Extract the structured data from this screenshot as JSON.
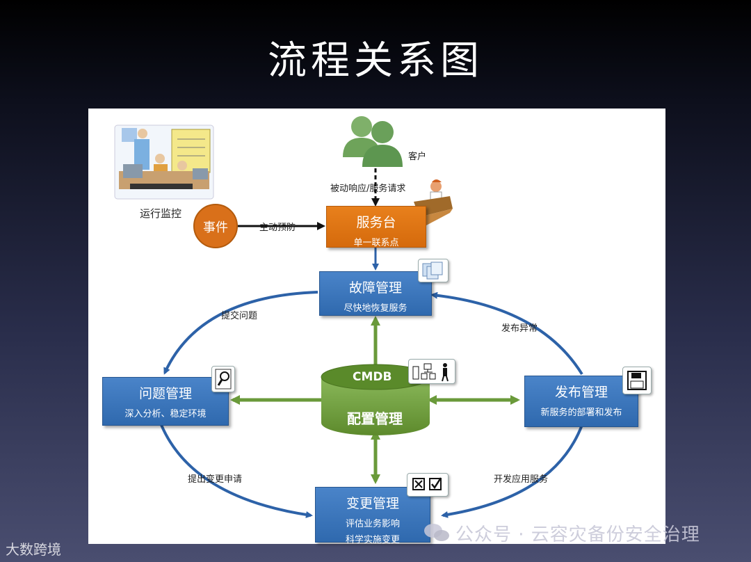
{
  "slide": {
    "title": "流程关系图"
  },
  "customer": {
    "label": "客户"
  },
  "monitoring": {
    "label": "运行监控"
  },
  "event": {
    "label": "事件"
  },
  "service_desk": {
    "title": "服务台",
    "subtitle": "单一联系点"
  },
  "incident": {
    "title": "故障管理",
    "subtitle": "尽快地恢复服务"
  },
  "problem": {
    "title": "问题管理",
    "subtitle": "深入分析、稳定环境"
  },
  "release": {
    "title": "发布管理",
    "subtitle": "新服务的部署和发布"
  },
  "change": {
    "title": "变更管理",
    "subtitle1": "评估业务影响",
    "subtitle2": "科学实施变更"
  },
  "cmdb": {
    "top": "CMDB",
    "label": "配置管理"
  },
  "edges": {
    "passive": "被动响应/服务请求",
    "proactive": "主动预防",
    "submit_problem": "提交问题",
    "release_exception": "发布异常",
    "submit_change": "提出变更申请",
    "dev_app": "开发应用服务"
  },
  "watermark": {
    "text": "公众号 · 云容灾备份安全治理"
  },
  "corner_logo": {
    "text": "大数跨境"
  },
  "colors": {
    "blue": "#2f69ae",
    "orange": "#d56a0c",
    "green": "#6a9a3a",
    "arrow_blue": "#2d62a8"
  }
}
